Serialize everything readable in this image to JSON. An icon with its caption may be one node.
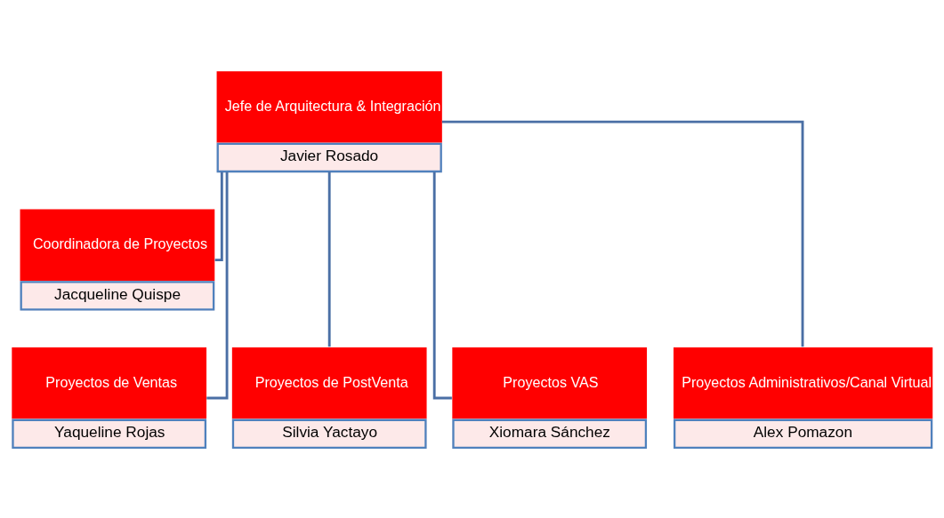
{
  "diagram": {
    "nodes": [
      {
        "text": [
          "Jefe de Arquitectura & Integración",
          "Javier Rosado"
        ]
      },
      {
        "text": [
          "Coordinadora de Proyectos",
          "Jacqueline Quispe"
        ]
      },
      {
        "text": [
          "Proyectos de Ventas",
          "Yaqueline Rojas"
        ]
      },
      {
        "text": [
          "Proyectos de PostVenta",
          "Silvia Yactayo"
        ]
      },
      {
        "text": [
          "Proyectos VAS",
          "Xiomara Sánchez"
        ]
      },
      {
        "text": [
          "Proyectos Administrativos/Canal Virtual",
          "Alex Pomazon"
        ]
      }
    ],
    "edges": [
      {
        "from": 0,
        "to": 1,
        "arrow": "none"
      },
      {
        "from": 0,
        "to": 2,
        "arrow": "none"
      },
      {
        "from": 0,
        "to": 3,
        "arrow": "none"
      },
      {
        "from": 0,
        "to": 4,
        "arrow": "none"
      },
      {
        "from": 0,
        "to": 5,
        "arrow": "none"
      }
    ]
  }
}
